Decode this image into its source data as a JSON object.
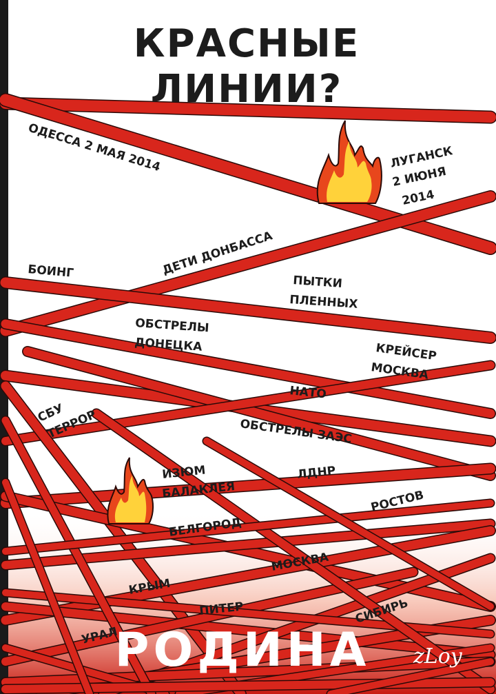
{
  "title": {
    "line1": "КРАСНЫЕ",
    "line2": "ЛИНИИ?"
  },
  "labels": {
    "odessa": "ОДЕССА 2 МАЯ 2014",
    "lugansk_1": "ЛУГАНСК",
    "lugansk_2": "2 ИЮНЯ",
    "lugansk_3": "2014",
    "deti": "ДЕТИ ДОНБАССА",
    "boing": "БОИНГ",
    "pytki_1": "ПЫТКИ",
    "pytki_2": "ПЛЕННЫХ",
    "obstrely_1": "ОБСТРЕЛЫ",
    "obstrely_2": "ДОНЕЦКА",
    "kreyser_1": "КРЕЙСЕР",
    "kreyser_2": "МОСКВА",
    "nato": "НАТО",
    "sbu_1": "СБУ",
    "sbu_2": "ТЕРРОР",
    "zaes": "ОБСТРЕЛЫ ЗАЭС",
    "izum_1": "ИЗЮМ",
    "izum_2": "БАЛАКЛЕЯ",
    "ldnr": "ЛДНР",
    "rostov": "РОСТОВ",
    "belgorod": "БЕЛГОРОД",
    "moskva": "МОСКВА",
    "krym": "КРЫМ",
    "piter": "ПИТЕР",
    "sibir": "СИБИРЬ",
    "ural": "УРАЛ"
  },
  "footer": {
    "rodina": "РОДИНА",
    "signature": "zLoy"
  },
  "colors": {
    "line_red": "#d8261c",
    "line_outline": "#2a0a08",
    "flame_outer": "#e8471c",
    "flame_inner": "#ffd23a",
    "text": "#1c1c1c",
    "background": "#ffffff"
  },
  "icons": [
    "flame-icon",
    "flame-icon"
  ]
}
